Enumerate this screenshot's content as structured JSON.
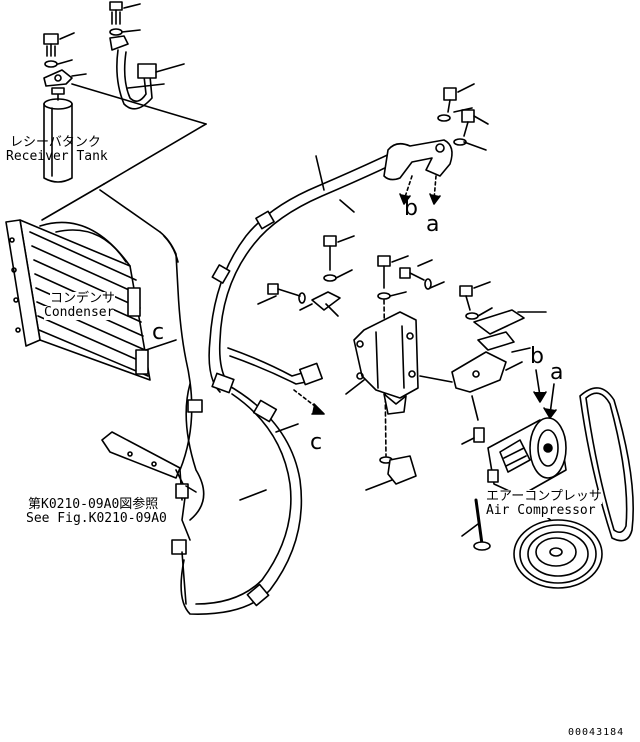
{
  "labels": {
    "receiver_tank_jp": "レシーバタンク",
    "receiver_tank_en": "Receiver Tank",
    "condenser_jp": "コンデンサ",
    "condenser_en": "Condenser",
    "compressor_jp": "エアーコンプレッサ",
    "compressor_en": "Air Compressor",
    "see_fig_jp": "第K0210-09A0図参照",
    "see_fig_en": "See Fig.K0210-09A0",
    "ref_a_top": "a",
    "ref_b_top": "b",
    "ref_a_right": "a",
    "ref_b_right": "b",
    "ref_c_left": "c",
    "ref_c_mid": "c",
    "drawing_number": "00043184"
  }
}
